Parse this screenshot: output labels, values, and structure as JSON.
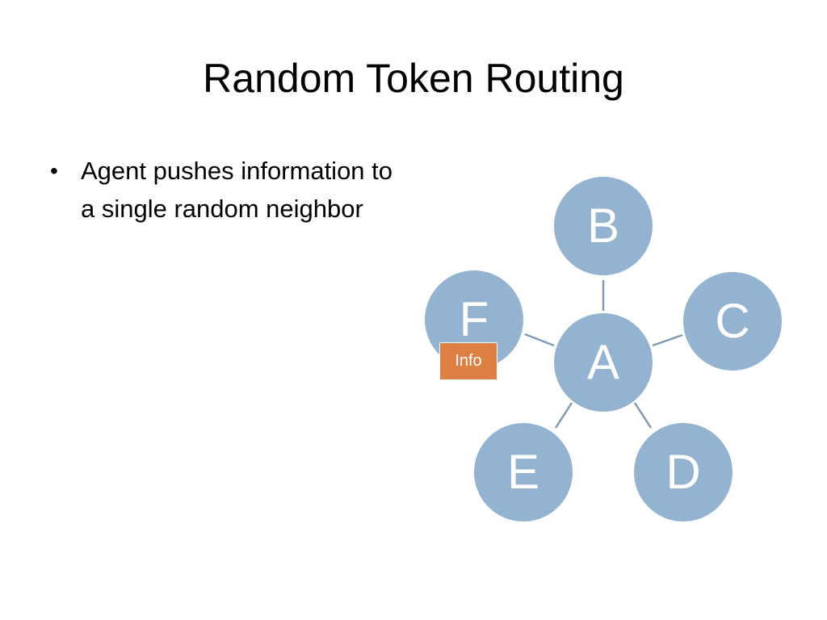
{
  "slide": {
    "title": "Random Token Routing",
    "bullets": [
      "Agent pushes information to a single random neighbor"
    ]
  },
  "diagram": {
    "center_node": "A",
    "neighbors": [
      "B",
      "C",
      "D",
      "E",
      "F"
    ],
    "token_label": "Info",
    "colors": {
      "node_fill": "#93b3d1",
      "edge": "#7f9bb5",
      "token_fill": "#de7f44",
      "node_text": "#ffffff"
    }
  }
}
